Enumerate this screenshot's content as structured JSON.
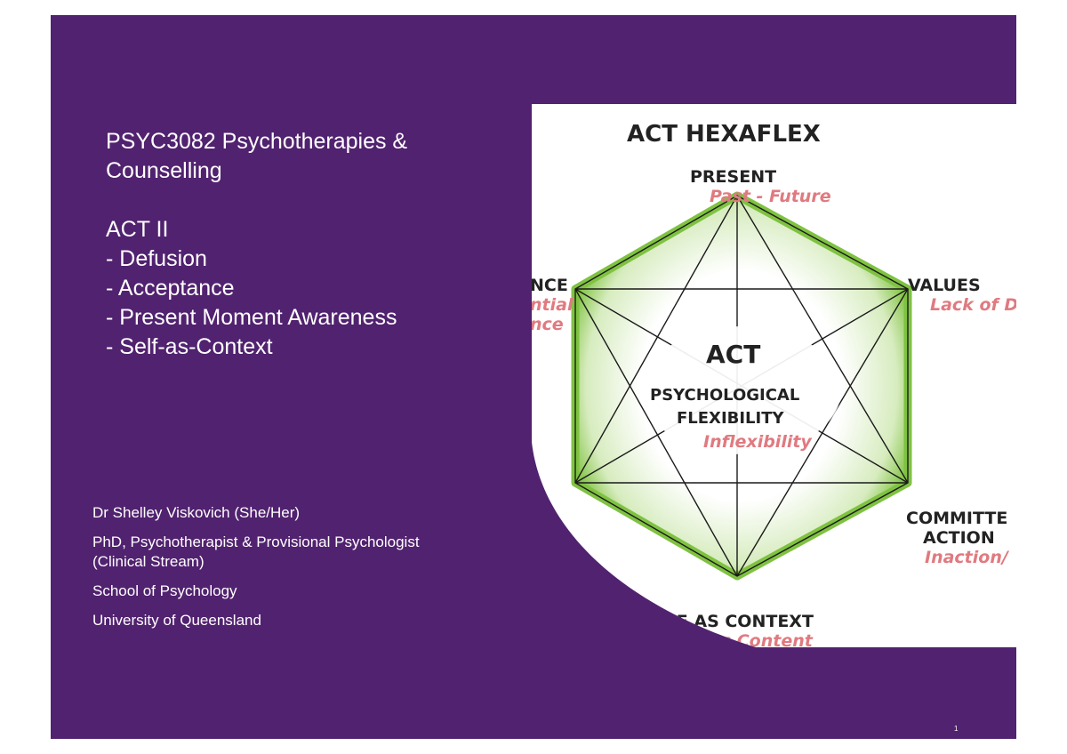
{
  "title": {
    "course_line1": "PSYC3082 Psychotherapies &",
    "course_line2": "Counselling",
    "topic": "ACT II",
    "items": [
      "- Defusion",
      "- Acceptance",
      "- Present Moment Awareness",
      "- Self-as-Context"
    ]
  },
  "author": {
    "name": "Dr Shelley Viskovich (She/Her)",
    "role_line1": "PhD, Psychotherapist & Provisional Psychologist",
    "role_line2": "(Clinical Stream)",
    "school": "School of Psychology",
    "university": "University of Queensland"
  },
  "page_number": "1",
  "hexaflex": {
    "title": "ACT HEXAFLEX",
    "present": "PRESENT",
    "present_sub": "Past - Future",
    "acceptance_partial": "NCE",
    "acceptance_sub1_partial": "ntial",
    "acceptance_sub2_partial": "nce",
    "values": "VALUES",
    "values_sub_partial": "Lack of D",
    "committed_partial": "COMMITTE",
    "action_partial": "ACTION",
    "action_sub_partial": "Inaction/",
    "self_context": "SELF AS CONTEXT",
    "self_context_sub": "Self as Content",
    "center_act": "ACT",
    "center_line1": "PSYCHOLOGICAL",
    "center_line2": "FLEXIBILITY",
    "center_sub": "Inflexibility"
  },
  "colors": {
    "slide_background": "#51226f",
    "hex_green": "#7fc241",
    "inflexibility_pink": "#e07a80"
  }
}
